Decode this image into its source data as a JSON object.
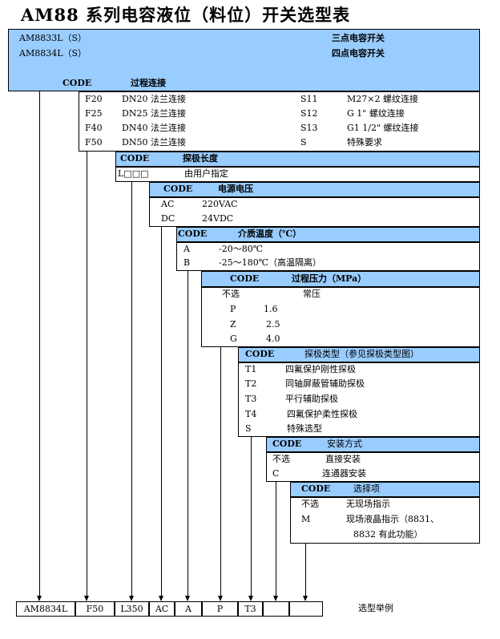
{
  "title": "AM88 系列电容液位（料位）开关选型表",
  "header": {
    "models": [
      {
        "model": "AM8833L（S）",
        "desc": "三点电容开关"
      },
      {
        "model": "AM8834L（S）",
        "desc": "四点电容开关"
      }
    ]
  },
  "process_connection": {
    "code_label": "CODE",
    "title": "过程连接",
    "left": [
      {
        "code": "F20",
        "desc": "DN20 法兰连接"
      },
      {
        "code": "F25",
        "desc": "DN25 法兰连接"
      },
      {
        "code": "F40",
        "desc": "DN40 法兰连接"
      },
      {
        "code": "F50",
        "desc": "DN50 法兰连接"
      }
    ],
    "right": [
      {
        "code": "S11",
        "desc": "M27×2 螺纹连接"
      },
      {
        "code": "S12",
        "desc": "G 1\" 螺纹连接"
      },
      {
        "code": "S13",
        "desc": "G1 1/2\" 螺纹连接"
      },
      {
        "code": "S",
        "desc": "特殊要求"
      }
    ]
  },
  "probe_length": {
    "code_label": "CODE",
    "title": "探极长度",
    "rows": [
      {
        "code": "L□□□",
        "desc": "由用户指定"
      }
    ]
  },
  "supply_voltage": {
    "code_label": "CODE",
    "title": "电源电压",
    "rows": [
      {
        "code": "AC",
        "desc": "220VAC"
      },
      {
        "code": "DC",
        "desc": "24VDC"
      }
    ]
  },
  "medium_temp": {
    "code_label": "CODE",
    "title": "介质温度（℃）",
    "rows": [
      {
        "code": "A",
        "desc": "-20～80℃"
      },
      {
        "code": "B",
        "desc": "-25～180℃（高温隔离）"
      }
    ]
  },
  "process_pressure": {
    "code_label": "CODE",
    "title": "过程压力（MPa）",
    "rows": [
      {
        "code": "不选",
        "desc": "常压"
      },
      {
        "code": "P",
        "desc": "1.6"
      },
      {
        "code": "Z",
        "desc": "2.5"
      },
      {
        "code": "G",
        "desc": "4.0"
      }
    ]
  },
  "probe_type": {
    "code_label": "CODE",
    "title": "探极类型（参见探极类型图）",
    "rows": [
      {
        "code": "T1",
        "desc": "四氟保护刚性探极"
      },
      {
        "code": "T2",
        "desc": "同轴屏蔽管辅助探极"
      },
      {
        "code": "T3",
        "desc": "平行辅助探极"
      },
      {
        "code": "T4",
        "desc": "四氟保护柔性探极"
      },
      {
        "code": "S",
        "desc": "特殊选型"
      }
    ]
  },
  "install": {
    "code_label": "CODE",
    "title": "安装方式",
    "rows": [
      {
        "code": "不选",
        "desc": "直接安装"
      },
      {
        "code": "C",
        "desc": "连通器安装"
      }
    ]
  },
  "options": {
    "code_label": "CODE",
    "title": "选择项",
    "rows": [
      {
        "code": "不选",
        "desc": "无现场指示"
      },
      {
        "code": "M",
        "desc": "现场液晶指示（8831、"
      },
      {
        "code": "",
        "desc": "8832 有此功能）"
      }
    ]
  },
  "example": {
    "cells": [
      "AM8834L",
      "F50",
      "L350",
      "AC",
      "A",
      "P",
      "T3",
      "",
      ""
    ],
    "label": "选型举例"
  },
  "colors": {
    "header_fill": "#99ccff",
    "line": "#000000"
  }
}
